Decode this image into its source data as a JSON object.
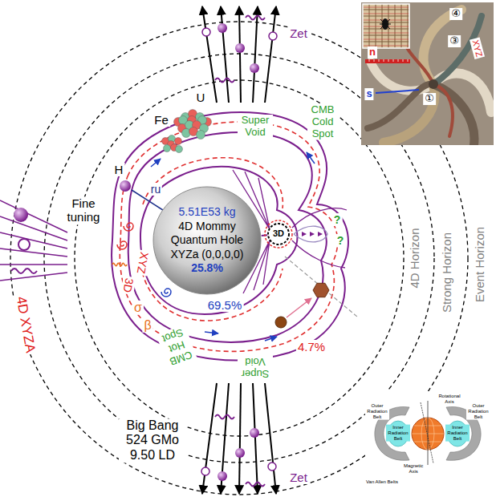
{
  "diagram": {
    "nodes": [
      {
        "text": [
          "5.51E53 kg",
          "4D Mommy Quantum Hole XYZa (0,0,0,0)",
          "25.8%"
        ]
      },
      {
        "text": [
          "3D"
        ]
      }
    ],
    "edges": [
      {
        "from": 1,
        "to": 0,
        "arrow": "none"
      }
    ],
    "labels": [
      "Zet",
      "Zet",
      "Super Void",
      "CMB Cold Spot",
      "U",
      "Fe",
      "H",
      "ru",
      "?",
      "?",
      "4D Horizon",
      "Strong Horizon",
      "Event Horizon",
      "Fine tuning",
      "4D XYZA",
      "3D",
      "XYZ",
      "σ",
      "β",
      "CMB Hot Spot",
      "Super Void",
      "69.5%",
      "4.7%",
      "Big Bang 524 GMo 9.50 LD",
      "④",
      "③",
      "①",
      "n",
      "s",
      "XYZ",
      "Rotational Axis",
      "Outer Radiation Belt",
      "Inner Radiation Belt",
      "Inner Radiation Belt",
      "Outer Radiation Belt",
      "Magnetic Axis",
      "Van Allen Belts"
    ]
  }
}
